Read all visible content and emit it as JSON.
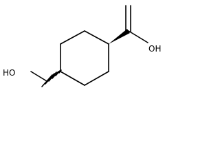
{
  "molecule": {
    "atoms": {
      "carboxyl_oxygen_label": "OH",
      "hydroxymethyl_label": "HO"
    },
    "stereo": {
      "carboxyl_bond": "wedge",
      "hydroxymethyl_bond": "hashed"
    }
  }
}
